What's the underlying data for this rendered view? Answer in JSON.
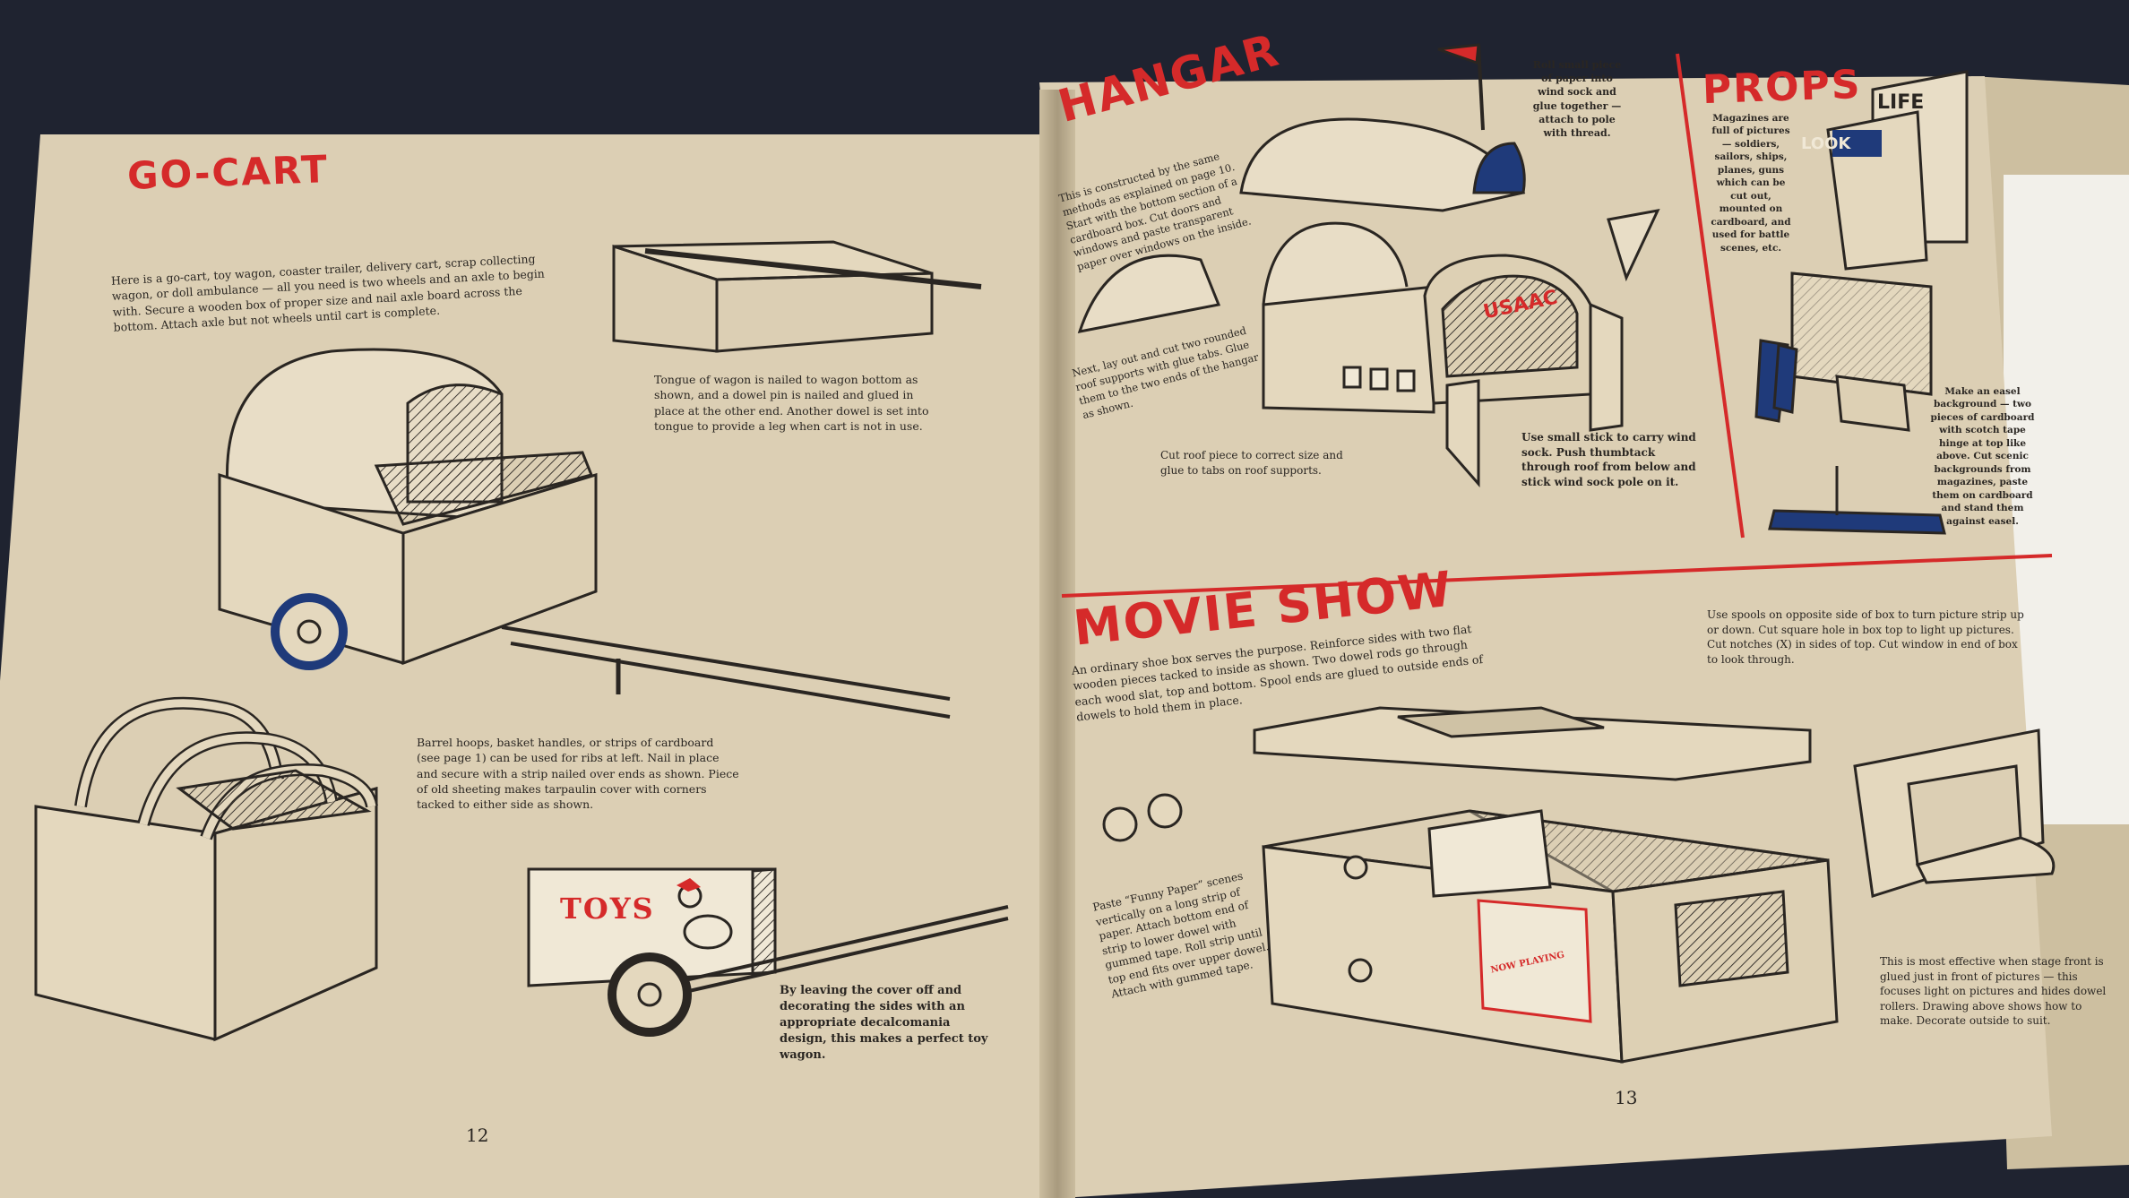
{
  "colors": {
    "background": "#1f2330",
    "paper": "#dccfb4",
    "title_red": "#d52a2a",
    "ink": "#2a2622",
    "accent_blue": "#1f3a7a"
  },
  "left_page": {
    "title": "GO-CART",
    "intro": "Here is a go-cart, toy wagon, coaster trailer, delivery cart, scrap collecting wagon, or doll ambulance — all you need is two wheels and an axle to begin with. Secure a wooden box of proper size and nail axle board across the bottom. Attach axle but not wheels until cart is complete.",
    "tongue_note": "Tongue of wagon is nailed to wagon bottom as shown, and a dowel pin is nailed and glued in place at the other end. Another dowel is set into tongue to provide a leg when cart is not in use.",
    "hoops_note": "Barrel hoops, basket handles, or strips of cardboard (see page 1) can be used for ribs at left. Nail in place and secure with a strip nailed over ends as shown. Piece of old sheeting makes tarpaulin cover with corners tacked to either side as shown.",
    "toys_label": "TOYS",
    "cover_note": "By leaving the cover off and decorating the sides with an appropriate decalcomania design, this makes a perfect toy wagon.",
    "page_number": "12"
  },
  "right_page": {
    "hangar": {
      "title": "HANGAR",
      "intro": "This is constructed by the same methods as explained on page 10. Start with the bottom section of a cardboard box. Cut doors and windows and paste transparent paper over windows on the inside.",
      "windsock_note": "Roll small piece of paper into wind sock and glue together — attach to pole with thread.",
      "roof_supports_note": "Next, lay out and cut two rounded roof supports with glue tabs. Glue them to the two ends of the hangar as shown.",
      "roof_piece_note": "Cut roof piece to correct size and glue to tabs on roof supports.",
      "stick_note": "Use small stick to carry wind sock. Push thumbtack through roof from below and stick wind sock pole on it.",
      "sign": "USAAC"
    },
    "props": {
      "title": "PROPS",
      "magazines_note": "Magazines are full of pictures — soldiers, sailors, ships, planes, guns which can be cut out, mounted on cardboard, and used for battle scenes, etc.",
      "easel_note": "Make an easel background — two pieces of cardboard with scotch tape hinge at top like above. Cut scenic backgrounds from magazines, paste them on cardboard and stand them against easel.",
      "magazine_life": "LIFE",
      "magazine_look": "LOOK"
    },
    "movie_show": {
      "title": "MOVIE SHOW",
      "intro": "An ordinary shoe box serves the purpose. Reinforce sides with two flat wooden pieces tacked to inside as shown. Two dowel rods go through each wood slat, top and bottom. Spool ends are glued to outside ends of dowels to hold them in place.",
      "spools_note": "Use spools on opposite side of box to turn picture strip up or down. Cut square hole in box top to light up pictures. Cut notches (X) in sides of top. Cut window in end of box to look through.",
      "funny_paper_note": "Paste “Funny Paper” scenes vertically on a long strip of paper. Attach bottom end of strip to lower dowel with gummed tape. Roll strip until top end fits over upper dowel. Attach with gummed tape.",
      "stage_note": "This is most effective when stage front is glued just in front of pictures — this focuses light on pictures and hides dowel rollers. Drawing above shows how to make. Decorate outside to suit.",
      "box_sign": "NOW PLAYING"
    },
    "page_number": "13"
  }
}
